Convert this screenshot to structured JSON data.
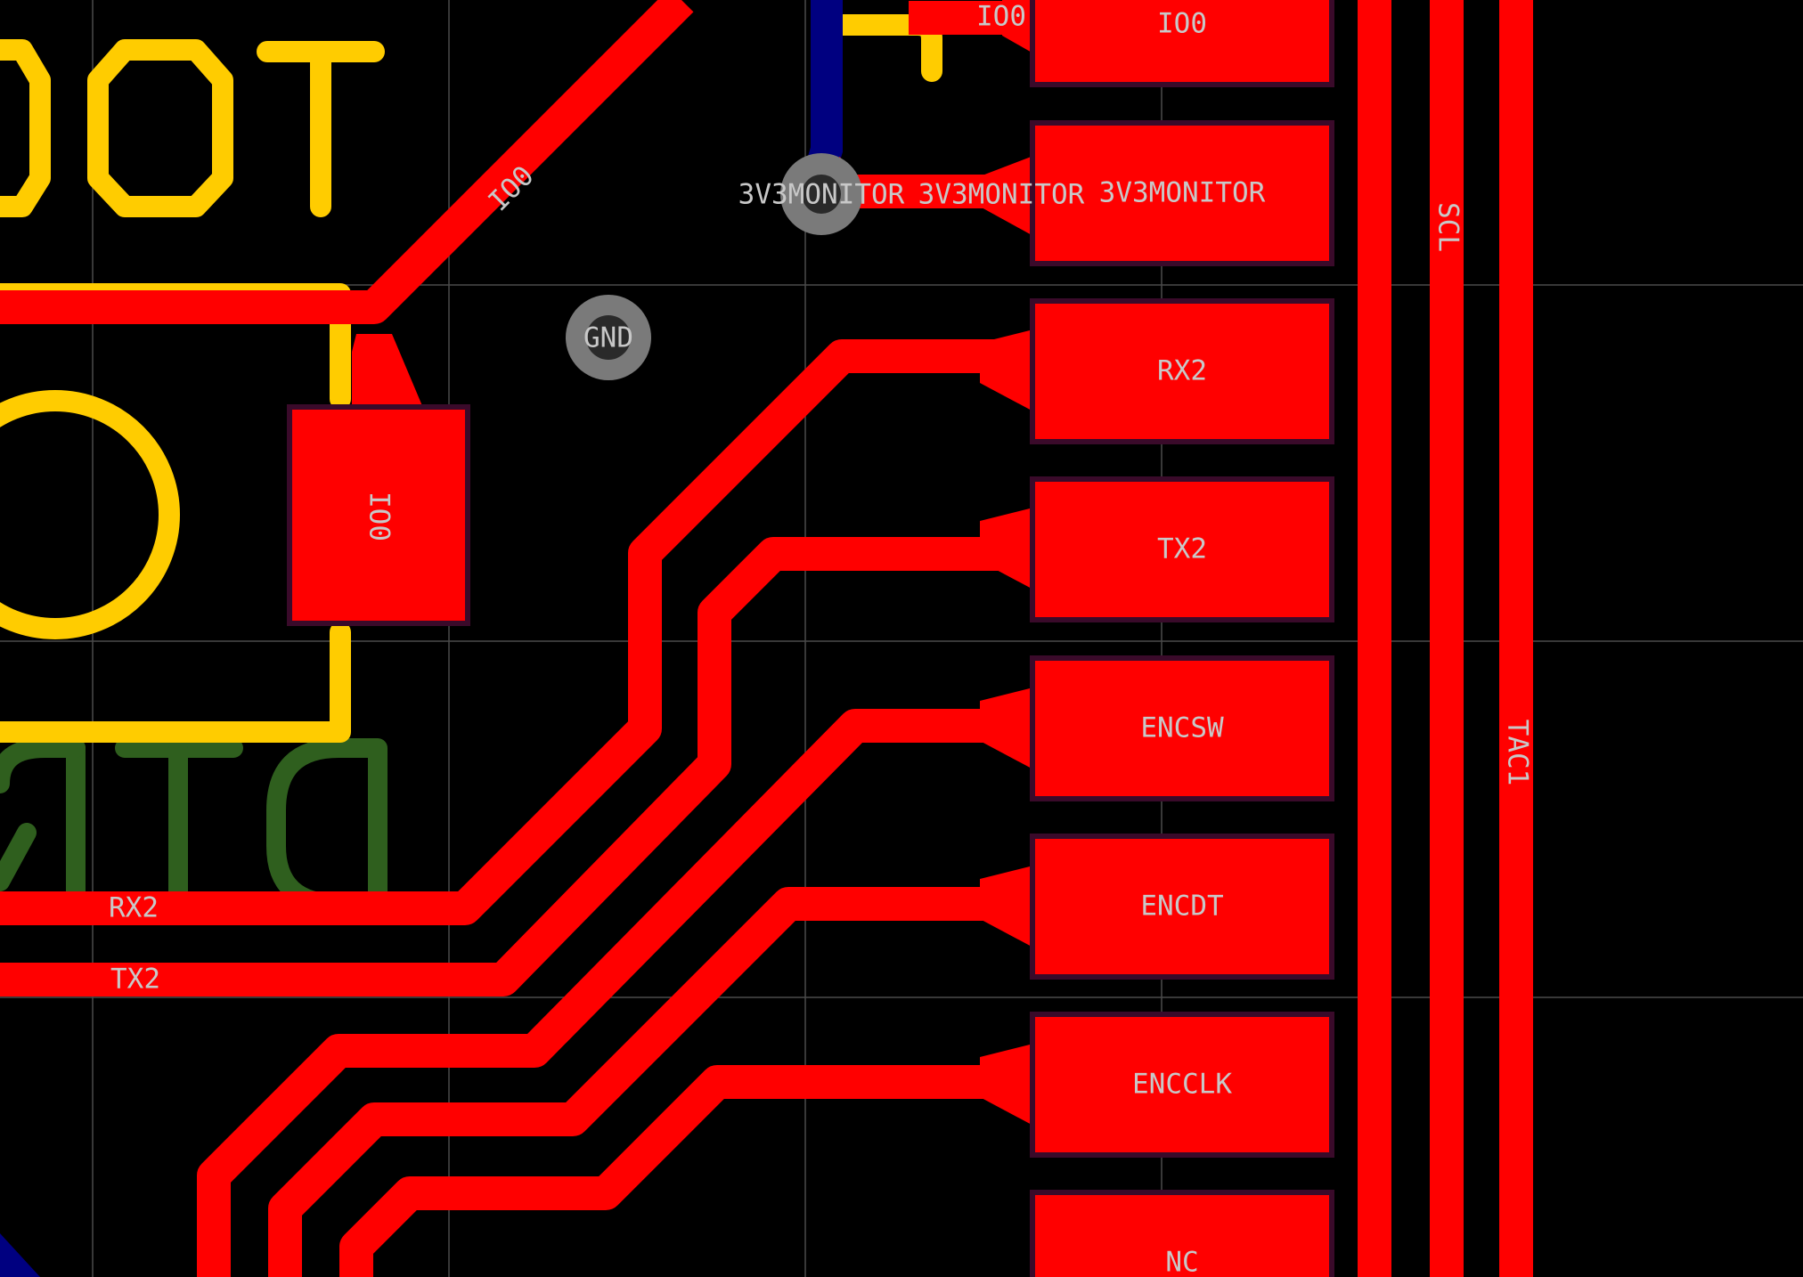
{
  "colors": {
    "background": "#000000",
    "grid": "#4a4a4a",
    "copper_top": "#ff0000",
    "copper_bottom": "#000080",
    "silkscreen_top": "#ffcc00",
    "silkscreen_bottom": "#2f5f1e",
    "pad_outline": "#3a0a2a",
    "via": "#7a7a7a",
    "label": "#c8c8c8"
  },
  "silkscreen": {
    "top_text": "BOOT",
    "bottom_text": "DTR"
  },
  "pads": [
    {
      "label": "IO0"
    },
    {
      "label": "3V3MONITOR"
    },
    {
      "label": "RX2"
    },
    {
      "label": "TX2"
    },
    {
      "label": "ENCSW"
    },
    {
      "label": "ENCDT"
    },
    {
      "label": "ENCCLK"
    },
    {
      "label": "NC"
    }
  ],
  "button_pad": {
    "label": "IO0"
  },
  "vias": {
    "gnd": "GND"
  },
  "net_labels": {
    "io0_diag": "IO0",
    "io0_top": "IO0",
    "monitor_via": "3V3MONITOR",
    "monitor_trace": "3V3MONITOR",
    "rx2": "RX2",
    "tx2": "TX2",
    "scl": "SCL",
    "tac1": "TAC1"
  }
}
